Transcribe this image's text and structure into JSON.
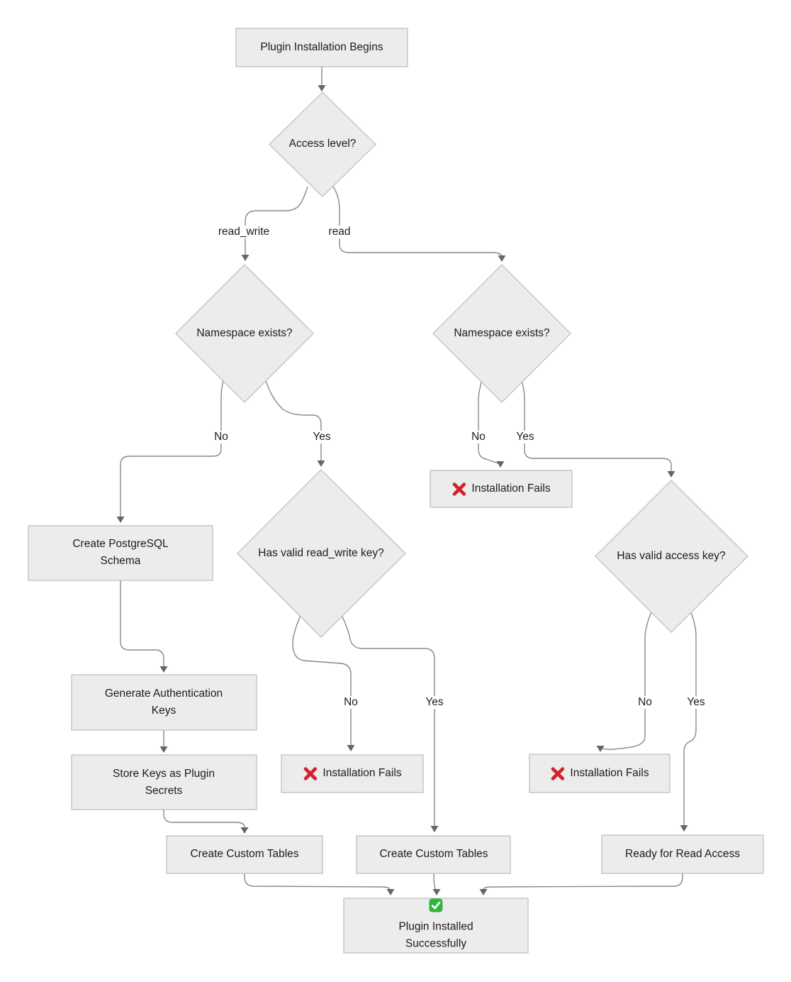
{
  "colors": {
    "node_fill": "#ececec",
    "node_border": "#bcbcbc",
    "edge": "#888888",
    "arrow": "#666666",
    "fail_red": "#d2222d",
    "success_green": "#2eb53c"
  },
  "icons": {
    "fail": "cross-mark-icon",
    "success": "check-mark-icon"
  },
  "nodes": {
    "start": {
      "label": "Plugin Installation Begins"
    },
    "access_level": {
      "label": "Access level?"
    },
    "ns_left": {
      "label": "Namespace exists?"
    },
    "ns_right": {
      "label": "Namespace exists?"
    },
    "create_schema": {
      "line1": "Create PostgreSQL",
      "line2": "Schema"
    },
    "rw_key": {
      "label": "Has valid read_write key?"
    },
    "fail_ns": {
      "label": "Installation Fails"
    },
    "access_key": {
      "label": "Has valid access key?"
    },
    "gen_keys": {
      "line1": "Generate Authentication",
      "line2": "Keys"
    },
    "store_keys": {
      "line1": "Store Keys as Plugin",
      "line2": "Secrets"
    },
    "fail_rw": {
      "label": "Installation Fails"
    },
    "fail_access": {
      "label": "Installation Fails"
    },
    "tables_left": {
      "label": "Create Custom Tables"
    },
    "tables_mid": {
      "label": "Create Custom Tables"
    },
    "ready_read": {
      "label": "Ready for Read Access"
    },
    "success": {
      "line1": "Plugin Installed",
      "line2": "Successfully"
    }
  },
  "edge_labels": {
    "access_read_write": "read_write",
    "access_read": "read",
    "ns_left_no": "No",
    "ns_left_yes": "Yes",
    "ns_right_no": "No",
    "ns_right_yes": "Yes",
    "rw_no": "No",
    "rw_yes": "Yes",
    "access_key_no": "No",
    "access_key_yes": "Yes"
  }
}
